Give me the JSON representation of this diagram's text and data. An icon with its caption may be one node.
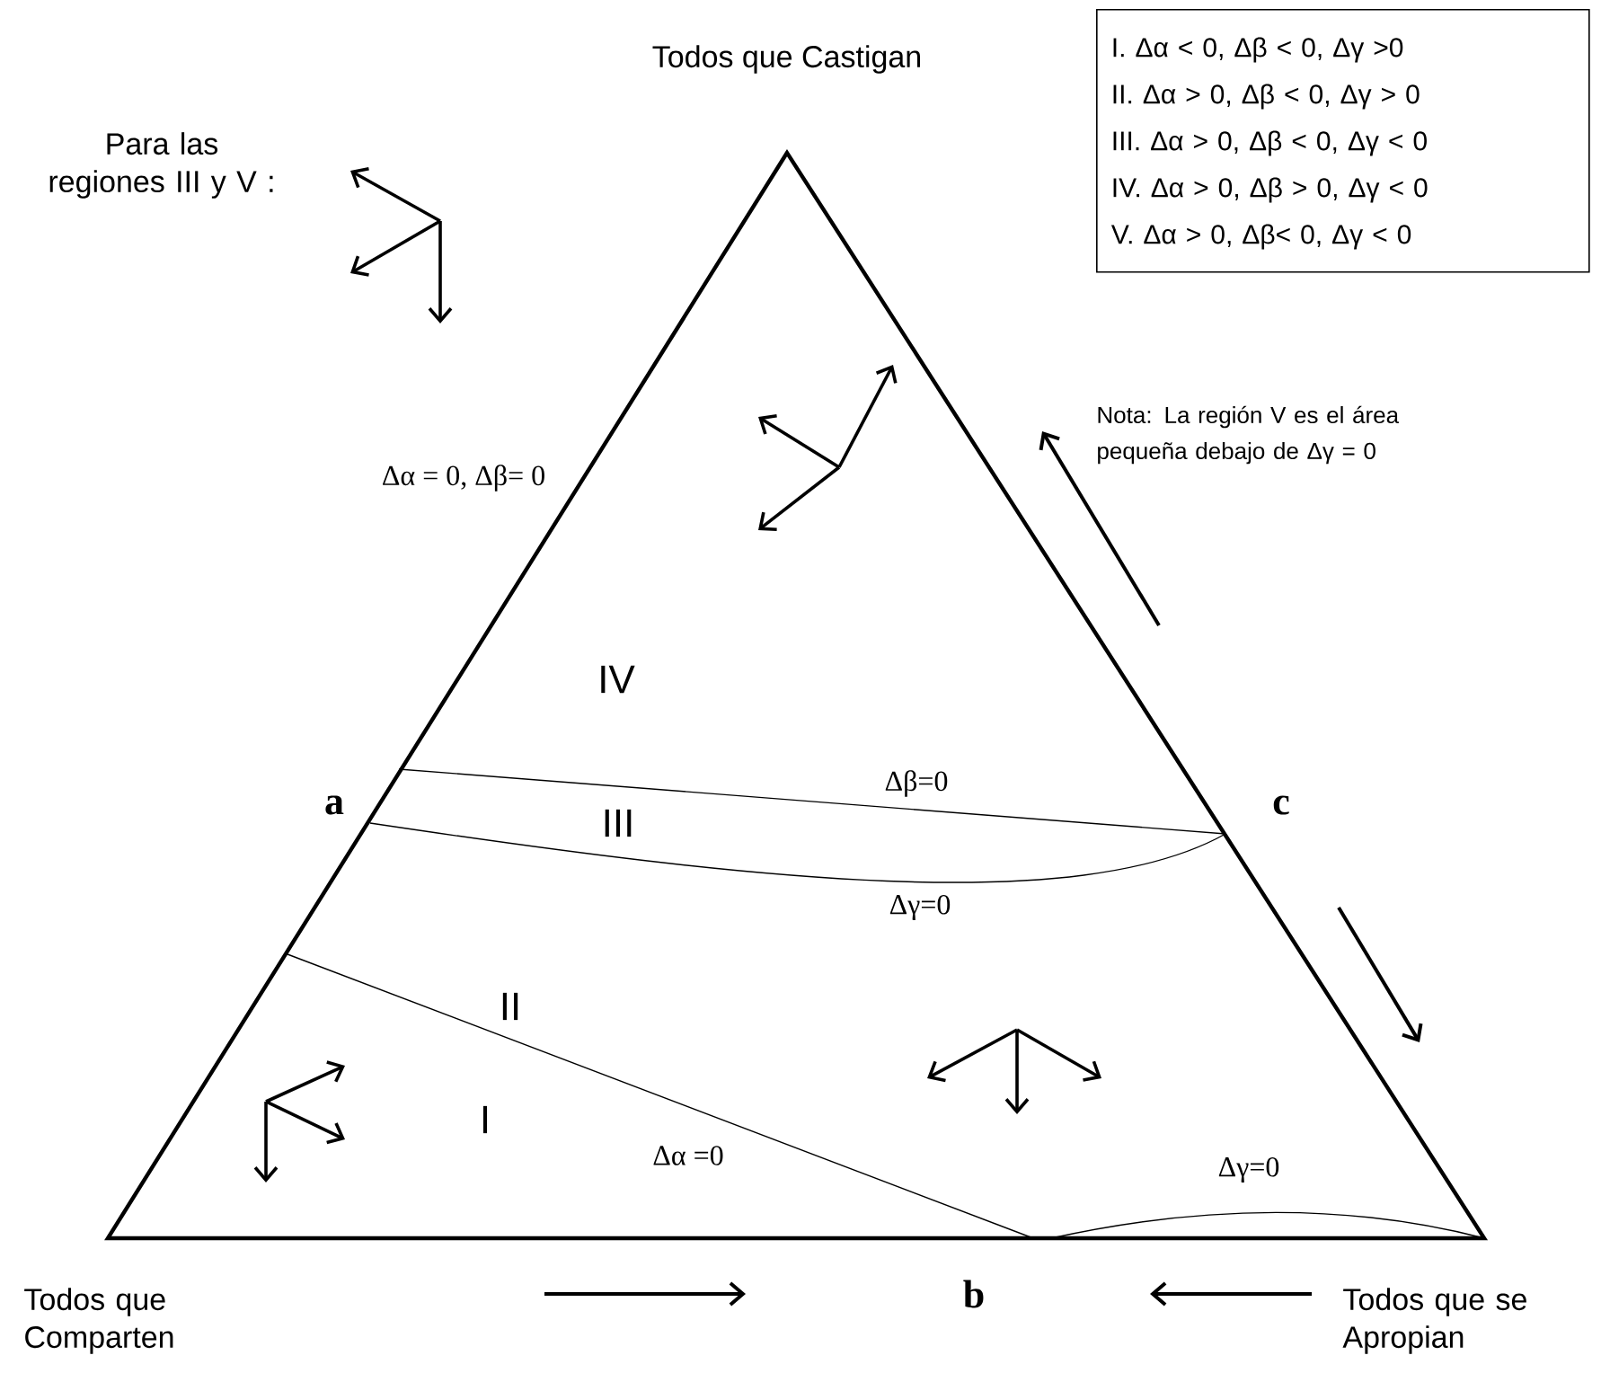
{
  "diagram": {
    "nodes": [
      {
        "text": [
          "I.  Δα < 0, Δβ < 0, Δγ >0",
          "II.  Δα > 0, Δβ < 0, Δγ > 0",
          "III.  Δα > 0, Δβ < 0, Δγ < 0",
          "IV.  Δα > 0, Δβ > 0, Δγ < 0",
          "V.  Δα > 0, Δβ< 0, Δγ < 0"
        ]
      }
    ],
    "labels": [
      "Todos que Castigan",
      "Para las regiones III y V :",
      "Nota: La región V es el área pequeña debajo de Δγ = 0",
      "Δα = 0, Δβ= 0",
      "IV",
      "a",
      "Δβ=0",
      "III",
      "c",
      "Δγ=0",
      "II",
      "I",
      "Δα =0",
      "Δγ=0",
      "Todos que Comparten",
      "b",
      "Todos que se Apropian"
    ]
  }
}
